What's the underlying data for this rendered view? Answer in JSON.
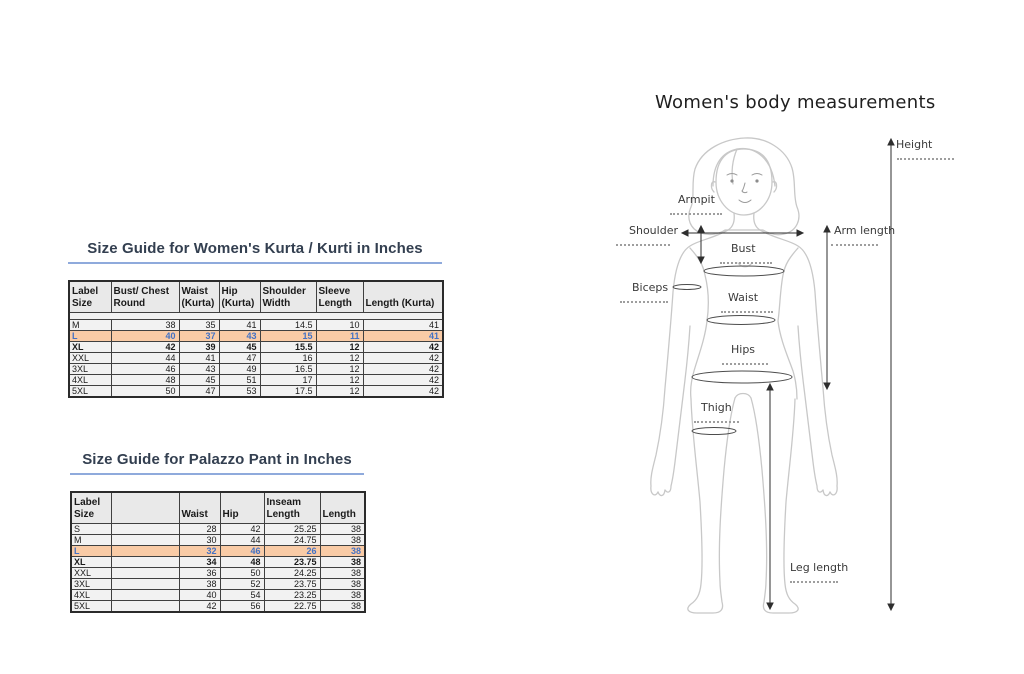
{
  "kurta_guide": {
    "title": "Size Guide for Women's Kurta / Kurti in Inches",
    "headers": [
      "Label\nSize",
      "Bust/ Chest\nRound",
      "Waist\n(Kurta)",
      "Hip\n(Kurta)",
      "Shoulder\nWidth",
      "Sleeve\nLength",
      "Length (Kurta)"
    ],
    "rows": [
      {
        "label": "M",
        "values": [
          "38",
          "35",
          "41",
          "14.5",
          "10",
          "41"
        ],
        "style": "normal"
      },
      {
        "label": "L",
        "values": [
          "40",
          "37",
          "43",
          "15",
          "11",
          "41"
        ],
        "style": "highlight"
      },
      {
        "label": "XL",
        "values": [
          "42",
          "39",
          "45",
          "15.5",
          "12",
          "42"
        ],
        "style": "bold"
      },
      {
        "label": "XXL",
        "values": [
          "44",
          "41",
          "47",
          "16",
          "12",
          "42"
        ],
        "style": "normal"
      },
      {
        "label": "3XL",
        "values": [
          "46",
          "43",
          "49",
          "16.5",
          "12",
          "42"
        ],
        "style": "normal"
      },
      {
        "label": "4XL",
        "values": [
          "48",
          "45",
          "51",
          "17",
          "12",
          "42"
        ],
        "style": "normal"
      },
      {
        "label": "5XL",
        "values": [
          "50",
          "47",
          "53",
          "17.5",
          "12",
          "42"
        ],
        "style": "normal"
      }
    ]
  },
  "palazzo_guide": {
    "title": "Size Guide for Palazzo Pant in Inches",
    "headers": [
      "Label\nSize",
      "",
      "Waist",
      "Hip",
      "Inseam\nLength",
      "Length"
    ],
    "rows": [
      {
        "label": "S",
        "values": [
          "",
          "28",
          "42",
          "25.25",
          "38"
        ],
        "style": "normal"
      },
      {
        "label": "M",
        "values": [
          "",
          "30",
          "44",
          "24.75",
          "38"
        ],
        "style": "normal"
      },
      {
        "label": "L",
        "values": [
          "",
          "32",
          "46",
          "26",
          "38"
        ],
        "style": "highlight"
      },
      {
        "label": "XL",
        "values": [
          "",
          "34",
          "48",
          "23.75",
          "38"
        ],
        "style": "bold"
      },
      {
        "label": "XXL",
        "values": [
          "",
          "36",
          "50",
          "24.25",
          "38"
        ],
        "style": "normal"
      },
      {
        "label": "3XL",
        "values": [
          "",
          "38",
          "52",
          "23.75",
          "38"
        ],
        "style": "normal"
      },
      {
        "label": "4XL",
        "values": [
          "",
          "40",
          "54",
          "23.25",
          "38"
        ],
        "style": "normal"
      },
      {
        "label": "5XL",
        "values": [
          "",
          "42",
          "56",
          "22.75",
          "38"
        ],
        "style": "normal"
      }
    ]
  },
  "diagram": {
    "title": "Women's body measurements",
    "labels": {
      "height": "Height",
      "armpit": "Armpit",
      "shoulder": "Shoulder",
      "bust": "Bust",
      "arm_length": "Arm length",
      "biceps": "Biceps",
      "waist": "Waist",
      "hips": "Hips",
      "thigh": "Thigh",
      "leg_length": "Leg length"
    }
  },
  "colors": {
    "title_text": "#333f50",
    "title_underline": "#8faadc",
    "highlight_row": "#f9cba6",
    "highlight_text": "#4472c4",
    "table_bg": "#f2f2f2",
    "header_bg": "#e9e9e9",
    "border": "#404040"
  }
}
